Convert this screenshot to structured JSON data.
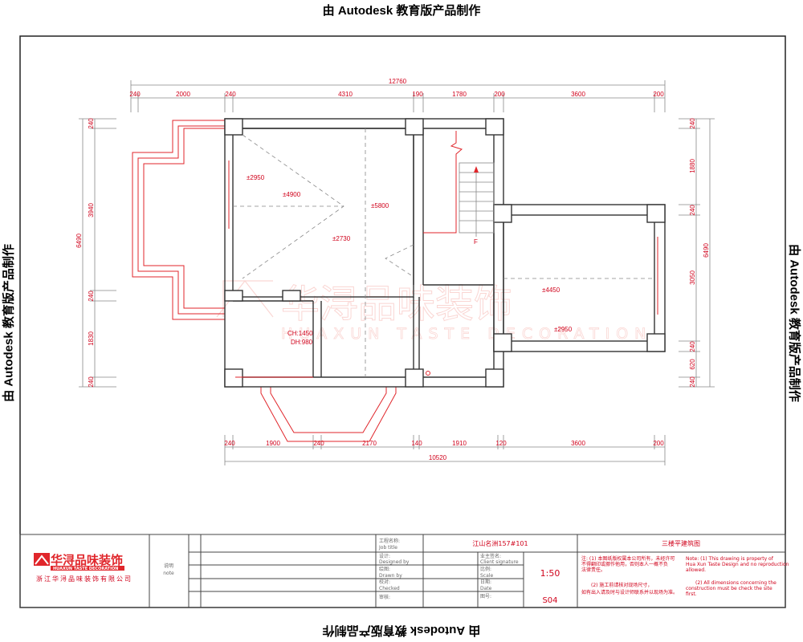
{
  "watermark": {
    "text": "由 Autodesk 教育版产品制作"
  },
  "dimensions": {
    "top_total": "12760",
    "top": [
      "240",
      "2000",
      "240",
      "4310",
      "190",
      "1780",
      "200",
      "3600",
      "200"
    ],
    "bottom_total": "10520",
    "bottom": [
      "240",
      "1900",
      "240",
      "2170",
      "140",
      "1910",
      "120",
      "3600",
      "200"
    ],
    "left_total": "6490",
    "left": [
      "240",
      "3940",
      "240",
      "1830",
      "240"
    ],
    "right_total": "6490",
    "right": [
      "240",
      "1880",
      "240",
      "3050",
      "240",
      "620",
      "240"
    ]
  },
  "levels": [
    "±2950",
    "±4900",
    "±5800",
    "±2730",
    "±4450",
    "±2950"
  ],
  "window_note": {
    "ch": "CH:1450",
    "dh": "DH:980"
  },
  "stair_label": "F",
  "logo_watermark": {
    "cn": "华浔品味装饰",
    "en": "HUAXUN TASTE DECORATION"
  },
  "title_block": {
    "company_logo_cn": "华浔品味装饰",
    "company_logo_en": "HUAXUN TASTE DECORATION",
    "company_name": "浙江华浔品味装饰有限公司",
    "note_label_cn": "说明",
    "note_label_en": "note",
    "fields": [
      {
        "cn": "工程名称:",
        "en": "Job title"
      },
      {
        "cn": "设计:",
        "en": "Designed by"
      },
      {
        "cn": "绘图:",
        "en": "Drawn by"
      },
      {
        "cn": "校对:",
        "en": "Checked"
      },
      {
        "cn": "审核:",
        "en": ""
      }
    ],
    "project": "江山名洲157#101",
    "drawing_title": "三楼平建筑图",
    "meta": [
      {
        "cn": "业主签名:",
        "en": "Client signature",
        "value": ""
      },
      {
        "cn": "比例:",
        "en": "Scale",
        "value": "1:50"
      },
      {
        "cn": "日期:",
        "en": "Date",
        "value": ""
      },
      {
        "cn": "图号:",
        "en": "",
        "value": "S04"
      }
    ],
    "notes_cn": [
      "注: (1) 本图纸版权属本公司所有，未经许可",
      "不得翻印或挪作他用，否则本人一概不负",
      "法律责任。",
      "(2) 施工前请核对现场尺寸，",
      "如有出入请及时与设计师联系并以现场为准。"
    ],
    "notes_en": [
      "Note: (1) This drawing is property of",
      "Hua Xun Taste Design and no reproduction",
      "allowed.",
      "(2) All dimensions concerning the",
      "construction must be check the site",
      "first."
    ]
  }
}
